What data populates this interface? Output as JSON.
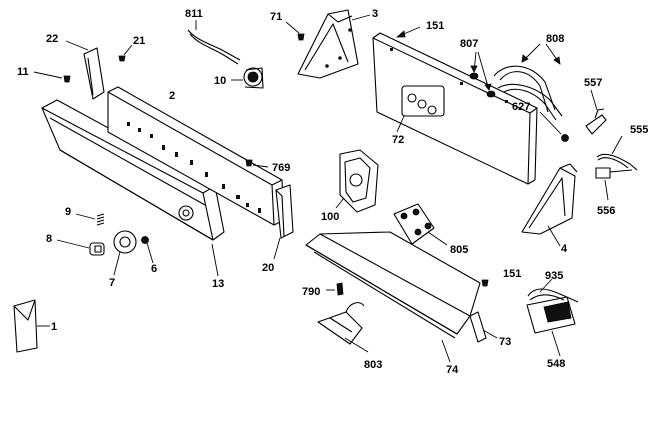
{
  "labels": {
    "p1": "1",
    "p2": "2",
    "p3": "3",
    "p4": "4",
    "p6": "6",
    "p7": "7",
    "p8": "8",
    "p9": "9",
    "p10": "10",
    "p11": "11",
    "p13": "13",
    "p20": "20",
    "p21": "21",
    "p22": "22",
    "p71": "71",
    "p72": "72",
    "p73": "73",
    "p74": "74",
    "p100": "100",
    "p151a": "151",
    "p151b": "151",
    "p548": "548",
    "p555": "555",
    "p556": "556",
    "p557": "557",
    "p627": "627",
    "p769": "769",
    "p790": "790",
    "p803": "803",
    "p805": "805",
    "p807": "807",
    "p808": "808",
    "p811": "811",
    "p935": "935"
  }
}
